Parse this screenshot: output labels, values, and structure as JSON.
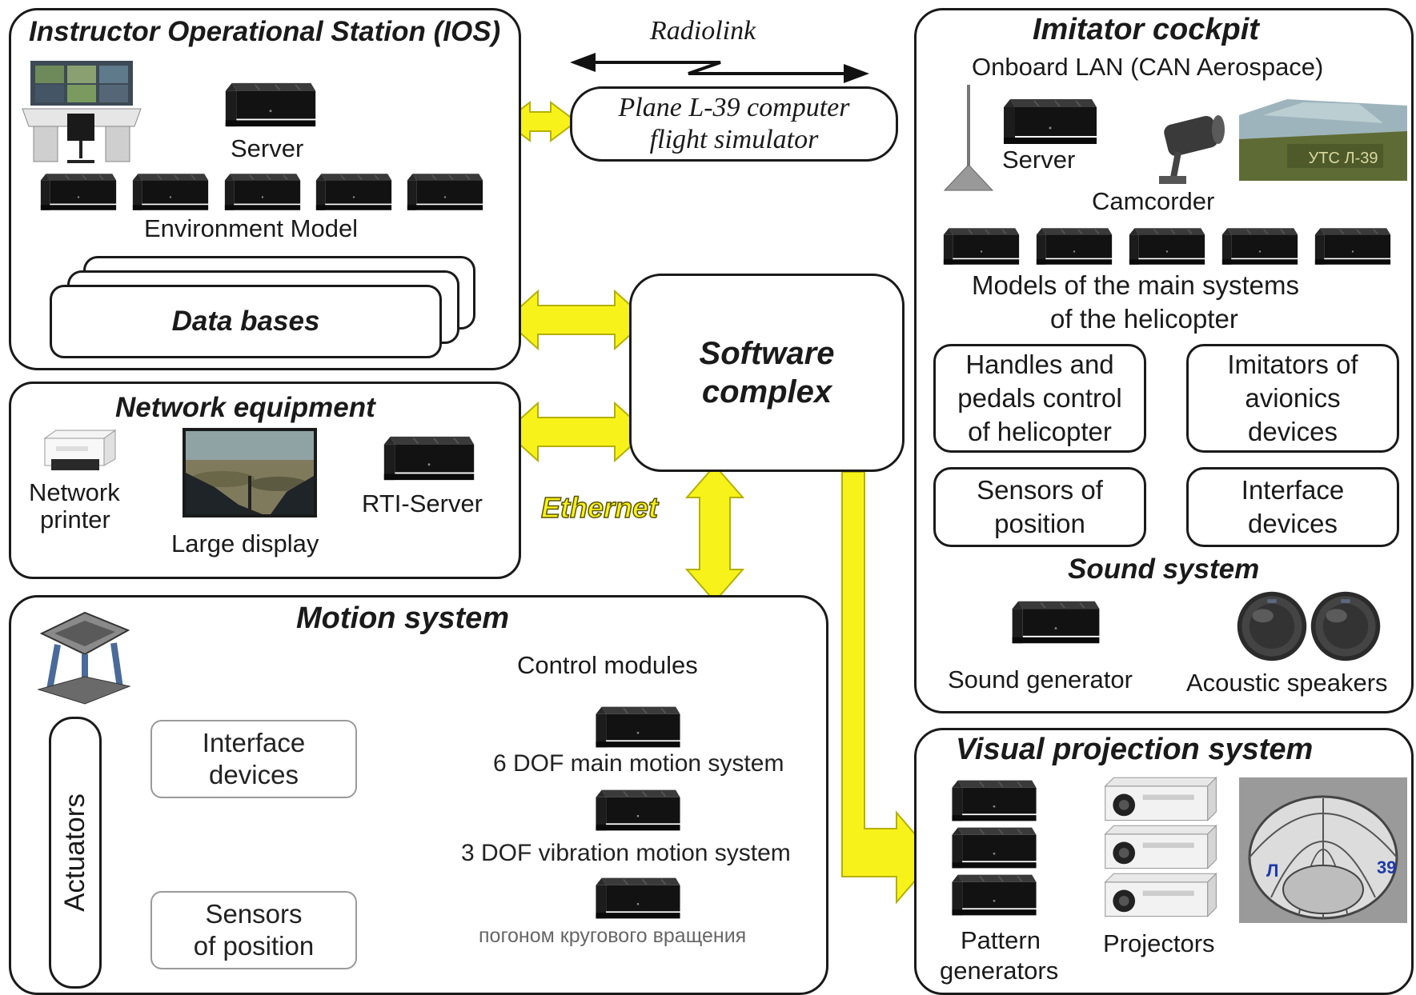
{
  "ios": {
    "title": "Instructor Operational Station (IOS)",
    "server_label": "Server",
    "environment_label": "Environment Model",
    "databases_label": "Data bases"
  },
  "radiolink": {
    "label": "Radiolink",
    "simulator_line1": "Plane L-39 computer",
    "simulator_line2": "flight  simulator"
  },
  "network": {
    "title": "Network equipment",
    "printer_line1": "Network",
    "printer_line2": "printer",
    "display_label": "Large display",
    "rti_label": "RTI-Server"
  },
  "software": {
    "line1": "Software",
    "line2": "complex"
  },
  "ethernet_label": "Ethernet",
  "cockpit": {
    "title": "Imitator cockpit",
    "lan_label": "Onboard LAN (CAN Aerospace)",
    "server_label": "Server",
    "camcorder_label": "Camcorder",
    "models_line1": "Models of the main systems",
    "models_line2": "of the helicopter",
    "handles": [
      "Handles and",
      "pedals control",
      "of helicopter"
    ],
    "imitators": [
      "Imitators of",
      "avionics",
      "devices"
    ],
    "sensors": [
      "Sensors of",
      "position"
    ],
    "interface": [
      "Interface",
      "devices"
    ],
    "plate_text": "УТС Л-39"
  },
  "sound": {
    "title": "Sound system",
    "generator_label": "Sound generator",
    "speakers_label": "Acoustic  speakers"
  },
  "motion": {
    "title": "Motion system",
    "control_label": "Control  modules",
    "actuators_label": "Actuators",
    "interface": [
      "Interface",
      "devices"
    ],
    "sensors": [
      "Sensors",
      "of position"
    ],
    "module1": "6 DOF main motion system",
    "module2": "3 DOF vibration motion system",
    "module3": "погоном кругового вращения"
  },
  "visual": {
    "title": "Visual projection system",
    "generators_line1": "Pattern",
    "generators_line2": "generators",
    "projectors_label": "Projectors",
    "dome_mark1": "Л",
    "dome_mark2": "39"
  },
  "colors": {
    "arrow_yellow": "#f7f21a",
    "arrow_outline": "#b5b000",
    "server_black": "#151515"
  }
}
